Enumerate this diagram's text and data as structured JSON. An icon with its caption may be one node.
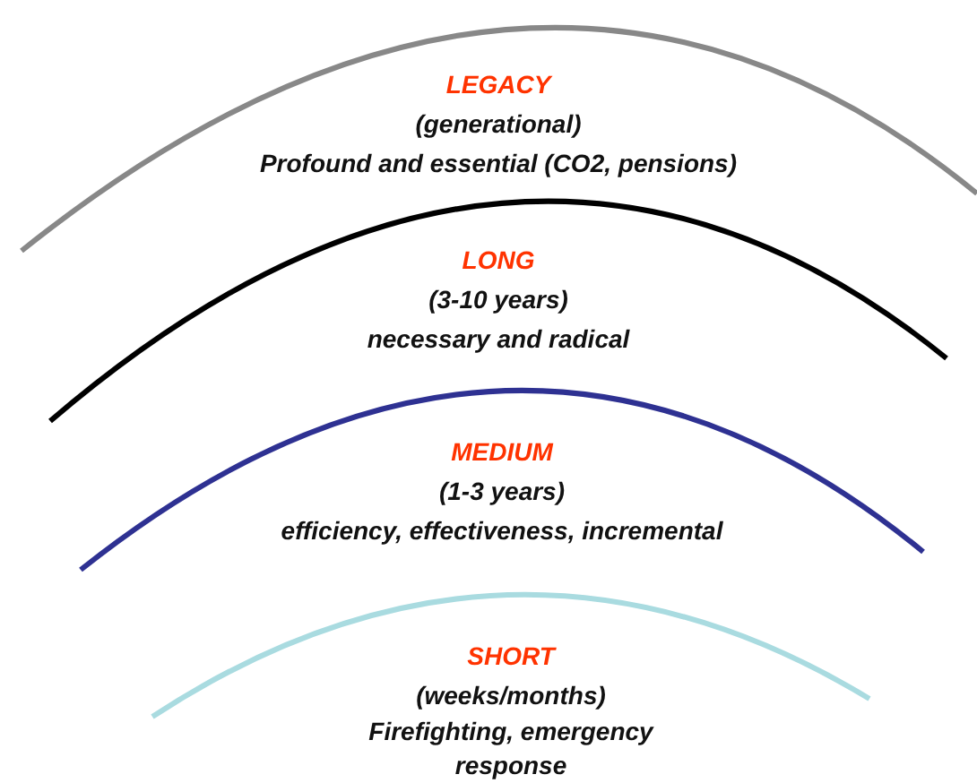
{
  "diagram": {
    "nodes": [
      {
        "text": [
          "LEGACY",
          "(generational)",
          "Profound and essential (CO2, pensions)"
        ]
      },
      {
        "text": [
          "LONG",
          "(3-10 years)",
          "necessary and radical"
        ]
      },
      {
        "text": [
          "MEDIUM",
          "(1-3 years)",
          "efficiency, effectiveness, incremental"
        ]
      },
      {
        "text": [
          "SHORT",
          "(weeks/months)",
          "Firefighting, emergency response"
        ]
      }
    ]
  }
}
